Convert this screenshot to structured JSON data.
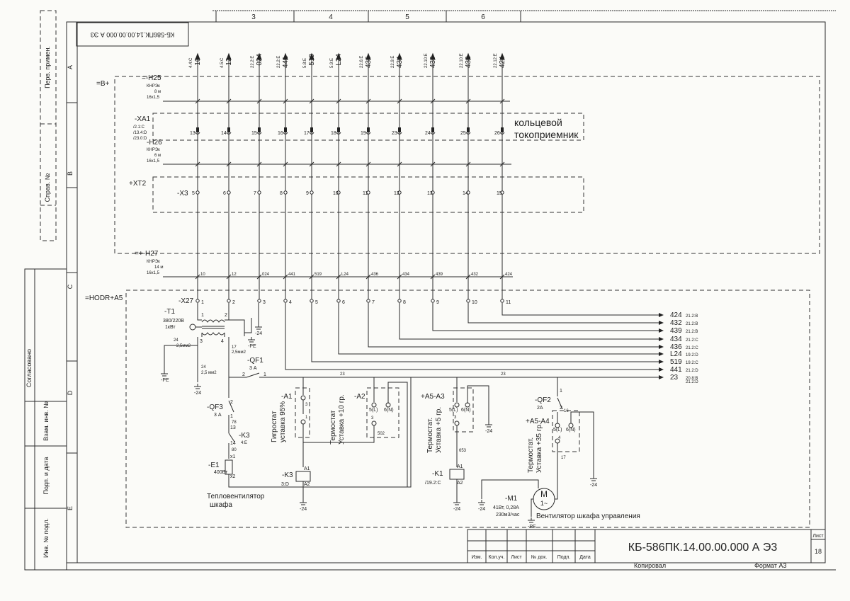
{
  "frame": {
    "rotated_code": "КБ-586ПК.14.00.00.000 А Э3",
    "columns": [
      "3",
      "4",
      "5",
      "6"
    ],
    "rows": [
      "A",
      "B",
      "C",
      "D",
      "E"
    ],
    "left_labels": [
      "Перв. примен.",
      "Справ. №",
      "Согласовано",
      "Взам. инв. №",
      "Подп. и дата",
      "Инв. № подл."
    ]
  },
  "buses": {
    "b_plus": "=B+",
    "h25": {
      "name": "=-H25",
      "type": "КНРЭк",
      "length": "8 м",
      "section": "16х1,5"
    },
    "xa1": {
      "name": "-XA1",
      "refs": [
        "/2.1:C",
        "/13.4:D",
        "/23.0:D"
      ]
    },
    "ring": [
      "кольцевой",
      "токоприемник"
    ],
    "h26": {
      "name": "-H26",
      "type": "КНРЭк",
      "length": "6 м",
      "section": "16х1,5"
    },
    "xt2": "+XT2",
    "x3": "-X3",
    "h27": {
      "name": "=+-H27",
      "type": "КНРЭк",
      "length": "14 м",
      "section": "16х1,5"
    },
    "hodr": "=HODR+A5",
    "x27": "-X27"
  },
  "top_wires": [
    {
      "ref": "4.4:C",
      "num": "-10"
    },
    {
      "ref": "4.5:C",
      "num": "-12"
    },
    {
      "ref": "22.2:E",
      "num": "-024"
    },
    {
      "ref": "22.2:E",
      "num": "441"
    },
    {
      "ref": "5.8:E",
      "num": "-519"
    },
    {
      "ref": "5.9:E",
      "num": "-L24"
    },
    {
      "ref": "22.6:E",
      "num": "436"
    },
    {
      "ref": "22.9:E",
      "num": "434"
    },
    {
      "ref": "22.10:E",
      "num": "439"
    },
    {
      "ref": "22.10:E",
      "num": "432"
    },
    {
      "ref": "22.12:E",
      "num": "424"
    }
  ],
  "xa1_pins": [
    "13",
    "14",
    "15",
    "16",
    "17",
    "18",
    "19",
    "23",
    "24",
    "25",
    "26"
  ],
  "x3_pins": [
    "5",
    "6",
    "7",
    "8",
    "9",
    "10",
    "11",
    "12",
    "13",
    "14",
    "15"
  ],
  "h27_marks": [
    "10",
    "12",
    "024",
    "441",
    "519",
    "L24",
    "436",
    "434",
    "439",
    "432",
    "424"
  ],
  "x27_pins": [
    "1",
    "2",
    "3",
    "4",
    "5",
    "6",
    "7",
    "8",
    "9",
    "10",
    "11"
  ],
  "outputs": [
    {
      "num": "424",
      "ref": "21.2:B"
    },
    {
      "num": "432",
      "ref": "21.2:B"
    },
    {
      "num": "439",
      "ref": "21.2:B"
    },
    {
      "num": "434",
      "ref": "21.2:C"
    },
    {
      "num": "436",
      "ref": "21.2:C"
    },
    {
      "num": "L24",
      "ref": "19.2:D"
    },
    {
      "num": "519",
      "ref": "19.2:C"
    },
    {
      "num": "441",
      "ref": "21.2:D"
    },
    {
      "num": "23",
      "ref": "20.8:B",
      "ref2": "21.2:D"
    }
  ],
  "components": {
    "t1": {
      "name": "-T1",
      "rating": "380/220В",
      "power": "1кВт",
      "p1": "1",
      "p2": "2",
      "p3": "3",
      "p4": "4"
    },
    "wire_24a": "24",
    "wire_24b": "2,5мм2",
    "wire_17": "17",
    "wire_17b": "2,5мм2",
    "wire_24c": "24",
    "wire_24d": "2,5 мм2",
    "qf1": {
      "name": "-QF1",
      "rating": "3 А",
      "p2": "2",
      "p1": "1"
    },
    "qf3": {
      "name": "-QF3",
      "rating": "3 А",
      "p2": "2",
      "p1": "1",
      "w": "78"
    },
    "k3c": {
      "name": "-K3",
      "ref": "4:E",
      "p13": "13",
      "p14": "14",
      "w": "80"
    },
    "e1": {
      "name": "-E1",
      "power": "400Вт",
      "x1": "x1",
      "x2": "x2"
    },
    "a1": {
      "name": "-A1",
      "label": [
        "Гигростат",
        "уставка 95%"
      ],
      "p3": "3",
      "p1": "1"
    },
    "a2": {
      "name": "-A2",
      "label": [
        "Термостат",
        "Уставка +10 гр."
      ],
      "p5": "5(L)",
      "p6": "6(N)",
      "p3": "3",
      "w": "502"
    },
    "k3": {
      "name": "-K3",
      "ref": "3:D",
      "a1": "A1",
      "a2": "A2"
    },
    "fan_heater": [
      "Тепловентилятор",
      "шкафа"
    ],
    "a3": {
      "name": "+A5-A3",
      "label": [
        "Термостат.",
        "Уставка +5 гр."
      ],
      "p5": "5(L)",
      "p6": "6(N)",
      "p3": "3",
      "w": "653"
    },
    "k1": {
      "name": "-K1",
      "ref": "/19.2:C",
      "a1": "A1",
      "a2": "A2"
    },
    "qf2": {
      "name": "-QF2",
      "rating": "2А",
      "p1": "1",
      "p2": "2",
      "w": "16"
    },
    "a4": {
      "name": "+A5-A4",
      "label": [
        "Термостат.",
        "Уставка +35 гр."
      ],
      "p5": "5(L)",
      "p6": "6(N)",
      "p4": "4",
      "w": "17"
    },
    "m1": {
      "name": "-M1",
      "spec1": "41Вт, 0,28А",
      "spec2": "230м3/час",
      "symbol": "M",
      "symbol2": "1~"
    },
    "fan_label": "Вентилятор шкафа управления",
    "w23a": "23",
    "w23b": "23"
  },
  "ground": {
    "m24": "-24",
    "pe": "-PE"
  },
  "title_block": {
    "code": "КБ-586ПК.14.00.00.000 А Э3",
    "sheet_label": "Лист",
    "sheet_num": "18",
    "cols": [
      "Изм.",
      "Кол.уч.",
      "Лист",
      "№ док.",
      "Подп.",
      "Дата"
    ],
    "copied": "Копировал",
    "format": "Формат  А3"
  }
}
